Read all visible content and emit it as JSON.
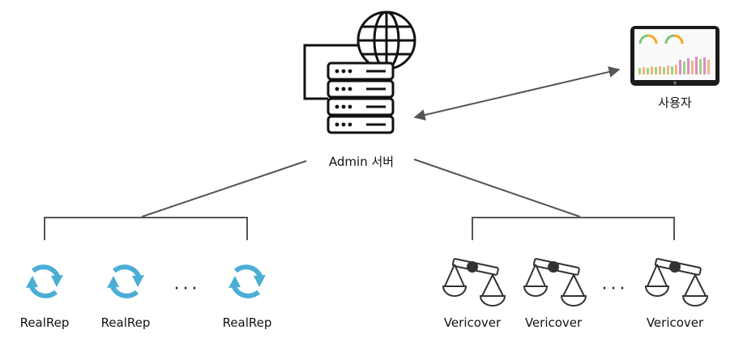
{
  "nodes": {
    "admin_server": {
      "label": "Admin 서버",
      "icon": "server-globe-icon"
    },
    "user": {
      "label": "사용자",
      "icon": "tablet-dashboard-icon"
    },
    "realrep_1": {
      "label": "RealRep",
      "icon": "sync-icon"
    },
    "realrep_2": {
      "label": "RealRep",
      "icon": "sync-icon"
    },
    "realrep_3": {
      "label": "RealRep",
      "icon": "sync-icon"
    },
    "vericover_1": {
      "label": "Vericover",
      "icon": "balance-scale-icon"
    },
    "vericover_2": {
      "label": "Vericover",
      "icon": "balance-scale-icon"
    },
    "vericover_3": {
      "label": "Vericover",
      "icon": "balance-scale-icon"
    }
  },
  "ellipsis": "···",
  "colors": {
    "sync": "#4aaed6",
    "line": "#555555",
    "icon": "#222222"
  }
}
